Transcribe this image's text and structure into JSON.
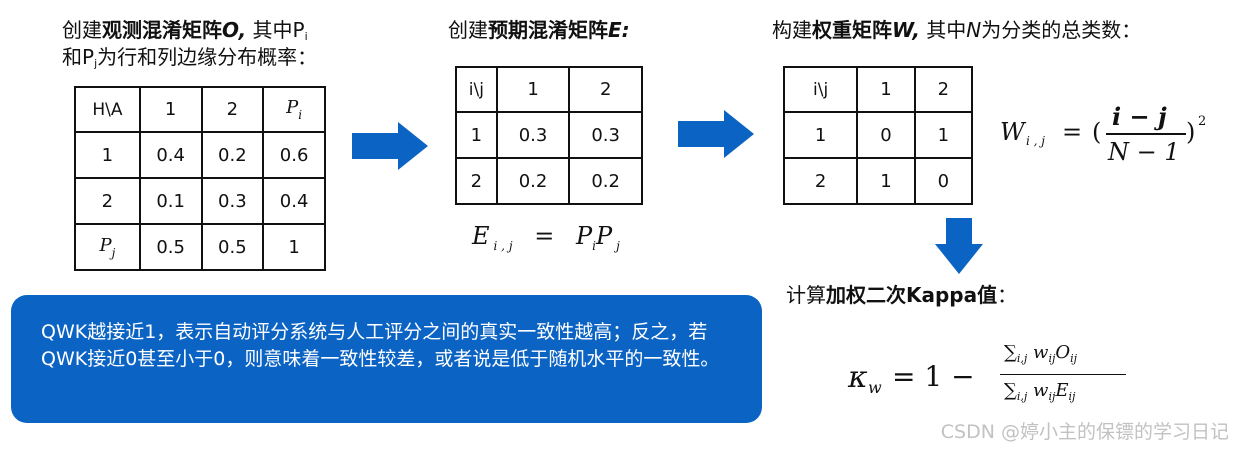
{
  "observed": {
    "heading_pre": "创建",
    "heading_bold": "观测混淆矩阵",
    "heading_sym": "O,",
    "heading_post_a": "  其中P",
    "heading_sub_a": "i",
    "heading_line2_a": "和P",
    "heading_sub_b": "j",
    "heading_line2_b": "为行和列边缘分布概率：",
    "rows": [
      [
        "H\\A",
        "1",
        "2",
        "P_i"
      ],
      [
        "1",
        "0.4",
        "0.2",
        "0.6"
      ],
      [
        "2",
        "0.1",
        "0.3",
        "0.4"
      ],
      [
        "P_j",
        "0.5",
        "0.5",
        "1"
      ]
    ],
    "corner": "H\\A",
    "pi_label": "P",
    "pi_sub": "i",
    "pj_label": "P",
    "pj_sub": "j"
  },
  "expected": {
    "heading_pre": "创建",
    "heading_bold": "预期混淆矩阵",
    "heading_sym": "E:",
    "rows": [
      [
        "i\\j",
        "1",
        "2"
      ],
      [
        "1",
        "0.3",
        "0.3"
      ],
      [
        "2",
        "0.2",
        "0.2"
      ]
    ],
    "formula": {
      "lhs": "E",
      "lhs_sub": "i , j",
      "eq": "=",
      "r1": "P",
      "r1_sub": "i",
      "r2": "P",
      "r2_sub": "j"
    }
  },
  "weights": {
    "heading_pre": "构建",
    "heading_bold": "权重矩阵",
    "heading_sym": "W,",
    "heading_post": "  其中",
    "heading_n": "N",
    "heading_tail": "为分类的总类数：",
    "rows": [
      [
        "i\\j",
        "1",
        "2"
      ],
      [
        "1",
        "0",
        "1"
      ],
      [
        "2",
        "1",
        "0"
      ]
    ],
    "formula": {
      "lhs": "W",
      "lhs_sub": "i , j",
      "eq": "=",
      "open": "(",
      "num": "i  −  j",
      "den": "N  − 1",
      "close": ")",
      "power": "2"
    }
  },
  "kappa": {
    "heading_pre": "计算",
    "heading_bold": "加权二次Kappa值",
    "heading_post": "：",
    "formula": {
      "lhs": "κ",
      "lhs_sub": "w",
      "rhs_a": "= 1 −",
      "num_sum": "∑",
      "num_sum_sub": "i,j",
      "num_w": "w",
      "num_w_sub": "ij",
      "num_x": "O",
      "num_x_sub": "ij",
      "den_sum": "∑",
      "den_sum_sub": "i,j",
      "den_w": "w",
      "den_w_sub": "ij",
      "den_x": "E",
      "den_x_sub": "ij"
    }
  },
  "callout": {
    "text": "QWK越接近1，表示自动评分系统与人工评分之间的真实一致性越高；反之，若QWK接近0甚至小于0，则意味着一致性较差，或者说是低于随机水平的一致性。"
  },
  "watermark": "CSDN @婷小主的保镖的学习日记",
  "colors": {
    "arrow": "#0b63c4",
    "callout_bg": "#0b63c4",
    "watermark": "#c2c2c2"
  }
}
